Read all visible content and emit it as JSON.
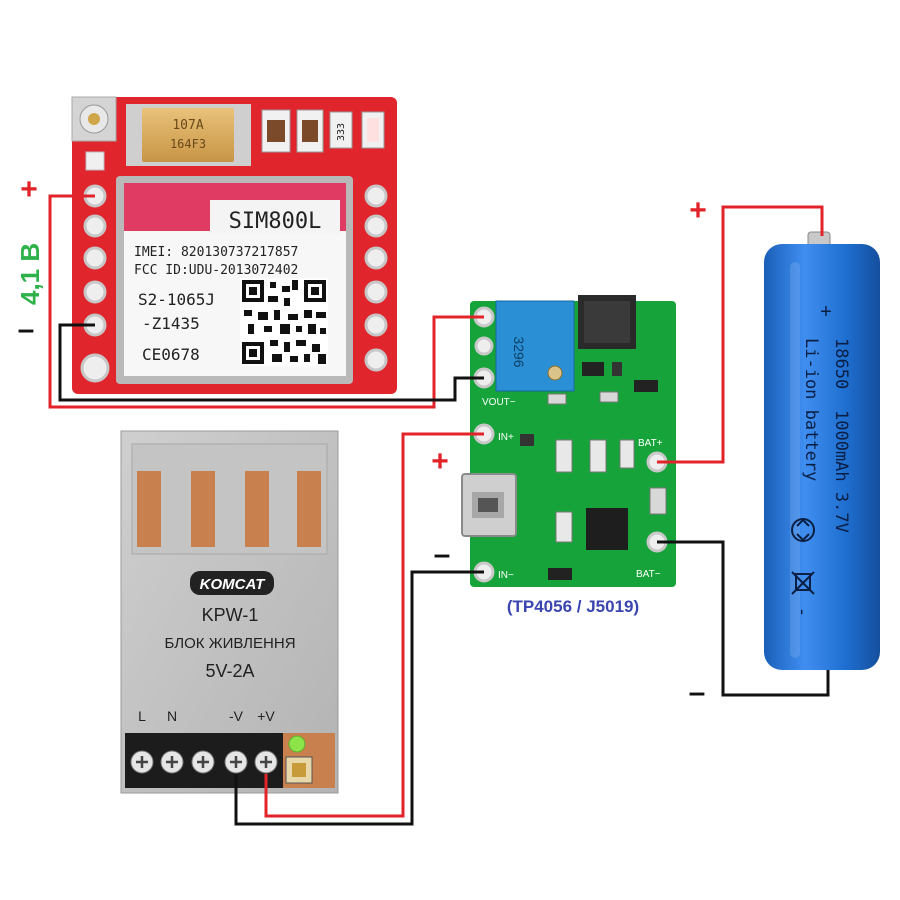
{
  "colors": {
    "wire_positive": "#e3232a",
    "wire_negative": "#111111",
    "sim_board": "#e0262c",
    "charger_board": "#15a33a",
    "psu_body": "#bcbcbc",
    "battery": "#1f6fd1",
    "label_green": "#2db24a",
    "label_blue": "#3a45b0"
  },
  "sim_module": {
    "brand": "SIM800L",
    "imei": "IMEI: 820130737217857",
    "fcc": "FCC ID:UDU-2013072402",
    "code_line1": "S2-1065J",
    "code_line2": "-Z1435",
    "ce": "CE0678",
    "cap_line1": "107A",
    "cap_line2": "164F3",
    "resistor": "333"
  },
  "voltage_label": {
    "value": "4,1 B",
    "plus": "+",
    "minus": "–"
  },
  "charger_module": {
    "vout_minus": "VOUT−",
    "in_plus": "IN+",
    "in_minus": "IN−",
    "bat_plus": "BAT+",
    "bat_minus": "BAT−",
    "pot_label": "3296",
    "caption": "(TP4056 / J5019)",
    "input_plus": "+",
    "input_minus": "–"
  },
  "power_supply": {
    "brand": "KOMCAT",
    "model": "KPW-1",
    "name": "БЛОК ЖИВЛЕННЯ",
    "rating": "5V-2A",
    "terminals": [
      "L",
      "N",
      "-V",
      "+V"
    ]
  },
  "battery": {
    "plus_mark": "+",
    "size": "18650",
    "type": "Li-ion battery",
    "capacity": "1000mAh 3.7V",
    "terminal_plus": "+",
    "terminal_minus": "–"
  }
}
